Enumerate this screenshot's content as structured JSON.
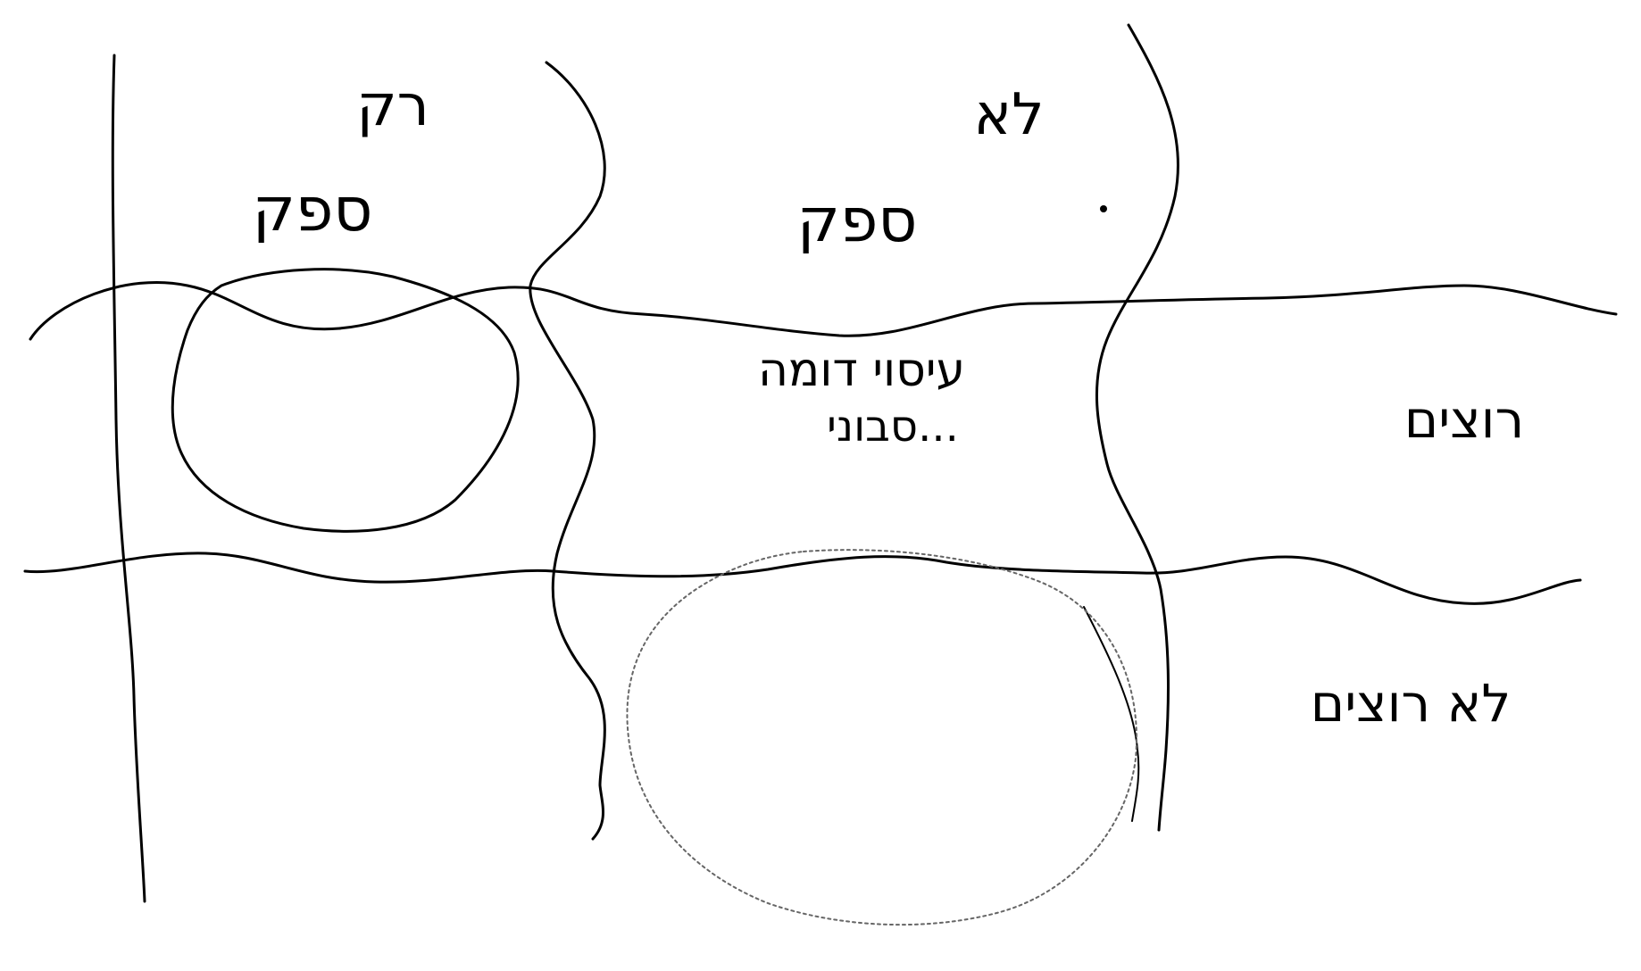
{
  "diagram": {
    "background": "#ffffff",
    "ink_color": "#000000",
    "faint_ink_color": "#666666",
    "labels": {
      "top_left_header": "רק",
      "top_left_sub": "ספק",
      "top_middle_header": "לא",
      "top_middle_sub": "ספק",
      "center_text_line1": "עיסוי דומה",
      "center_text_line2": "סבוני...",
      "right_row_1": "רוצים",
      "right_row_2": "לא רוצים"
    }
  }
}
